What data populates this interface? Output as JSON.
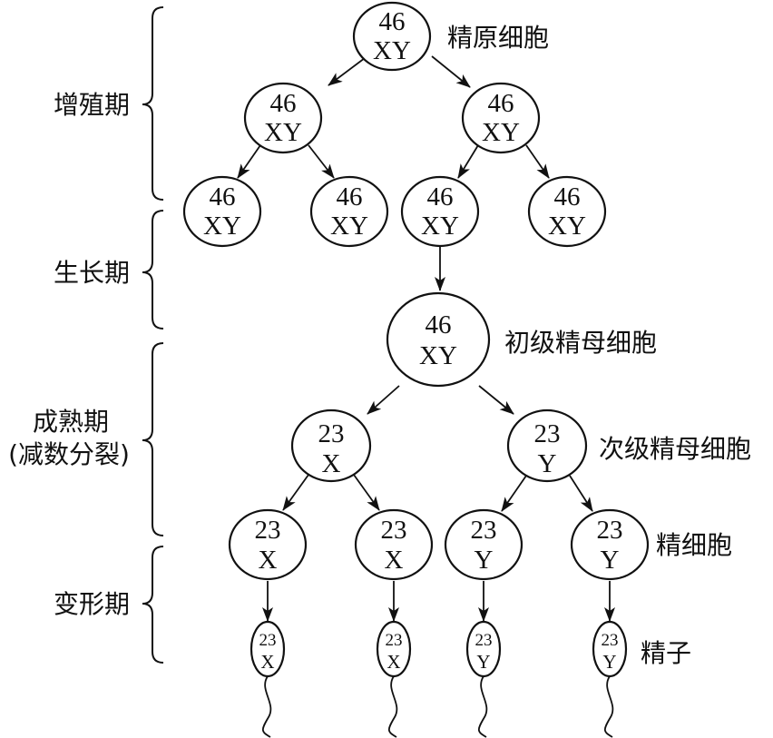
{
  "phases": {
    "proliferation": "增殖期",
    "growth": "生长期",
    "maturation": "成熟期",
    "maturation_sub": "(减数分裂)",
    "transformation": "变形期"
  },
  "labels": {
    "spermatogonium": "精原细胞",
    "primary": "初级精母细胞",
    "secondary": "次级精母细胞",
    "spermatid": "精细胞",
    "sperm": "精子"
  },
  "cells": {
    "spermatogonium": {
      "count": "46",
      "sex": "XY"
    },
    "proliferation_1": [
      {
        "count": "46",
        "sex": "XY"
      },
      {
        "count": "46",
        "sex": "XY"
      }
    ],
    "proliferation_2": [
      {
        "count": "46",
        "sex": "XY"
      },
      {
        "count": "46",
        "sex": "XY"
      },
      {
        "count": "46",
        "sex": "XY"
      },
      {
        "count": "46",
        "sex": "XY"
      }
    ],
    "primary": {
      "count": "46",
      "sex": "XY"
    },
    "secondary": [
      {
        "count": "23",
        "sex": "X"
      },
      {
        "count": "23",
        "sex": "Y"
      }
    ],
    "spermatids": [
      {
        "count": "23",
        "sex": "X"
      },
      {
        "count": "23",
        "sex": "X"
      },
      {
        "count": "23",
        "sex": "Y"
      },
      {
        "count": "23",
        "sex": "Y"
      }
    ],
    "sperm": [
      {
        "count": "23",
        "sex": "X"
      },
      {
        "count": "23",
        "sex": "X"
      },
      {
        "count": "23",
        "sex": "Y"
      },
      {
        "count": "23",
        "sex": "Y"
      }
    ]
  }
}
